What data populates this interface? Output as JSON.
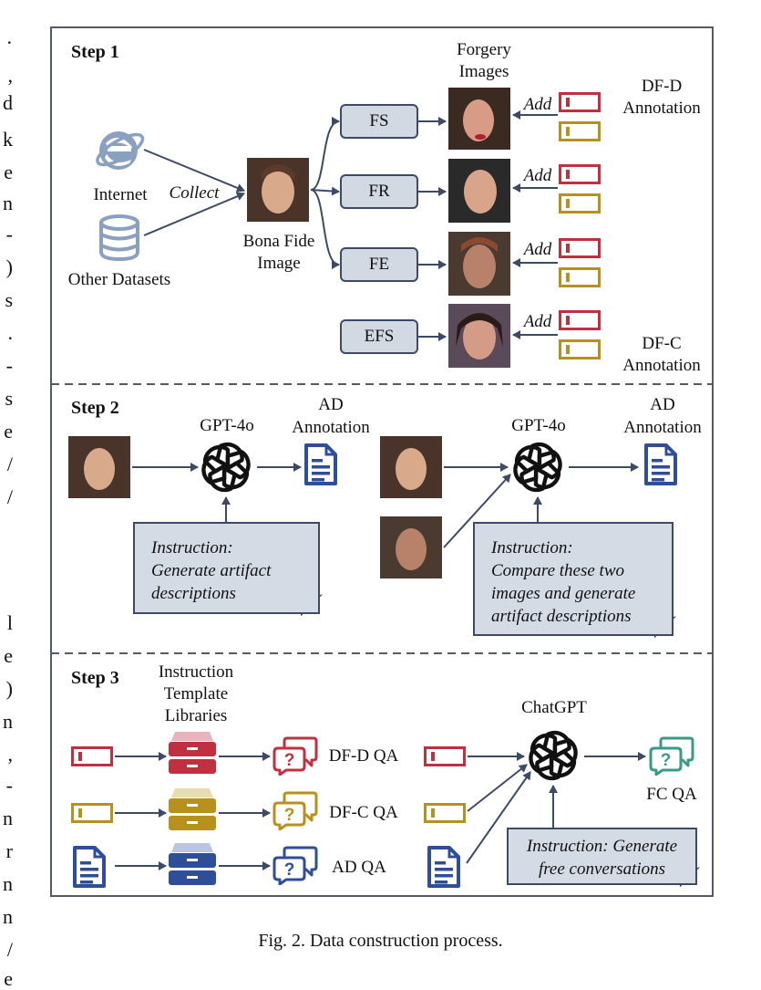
{
  "edge_text": [
    "·",
    ",",
    "d",
    "k",
    "e",
    "n",
    "-",
    ")",
    "s",
    ".",
    "-",
    "s",
    "e",
    "/",
    "/",
    "l",
    "e",
    ")",
    "n",
    ",",
    "-",
    "n",
    "r",
    "n",
    "n",
    "/",
    "e"
  ],
  "step1": {
    "title": "Step 1",
    "internet": "Internet",
    "other_datasets": "Other Datasets",
    "collect": "Collect",
    "bona_fide_line1": "Bona Fide",
    "bona_fide_line2": "Image",
    "forgery_line1": "Forgery",
    "forgery_line2": "Images",
    "methods": [
      "FS",
      "FR",
      "FE",
      "EFS"
    ],
    "add": "Add",
    "dfd_line1": "DF-D",
    "dfd_line2": "Annotation",
    "dfc_line1": "DF-C",
    "dfc_line2": "Annotation"
  },
  "step2": {
    "title": "Step 2",
    "gpt_label": "GPT-4o",
    "ad_line1": "AD",
    "ad_line2": "Annotation",
    "instr1_line1": "Instruction:",
    "instr1_line2": "Generate artifact",
    "instr1_line3": "descriptions",
    "instr2_line1": "Instruction:",
    "instr2_line2": "Compare these two",
    "instr2_line3": "images and generate",
    "instr2_line4": "artifact descriptions"
  },
  "step3": {
    "title": "Step 3",
    "lib_line1": "Instruction",
    "lib_line2": "Template",
    "lib_line3": "Libraries",
    "dfd_qa": "DF-D QA",
    "dfc_qa": "DF-C QA",
    "ad_qa": "AD QA",
    "chatgpt": "ChatGPT",
    "fc_qa": "FC QA",
    "instr_line1": "Instruction: Generate",
    "instr_line2": "free conversations"
  },
  "caption": "Fig. 2.  Data construction process.",
  "colors": {
    "dfd": "#c0303f",
    "dfc": "#b8901c",
    "ad": "#2e4e9a",
    "qa_fc": "#3a9a8a",
    "frame": "#555b66",
    "arrow": "#3d4a66",
    "process_fill": "#d3d9e3"
  },
  "icons": [
    "internet-explorer-icon",
    "database-icon",
    "openai-logo-icon",
    "document-icon",
    "drawer-cabinet-icon",
    "question-chat-icon",
    "annotation-tag-icon"
  ]
}
